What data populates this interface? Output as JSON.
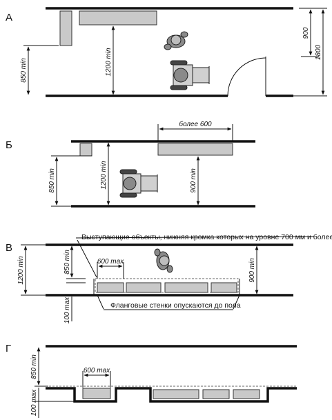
{
  "sections": {
    "a": {
      "letter": "А",
      "dims": {
        "min850": "850 min",
        "min1200": "1200 min",
        "d900": "900",
        "d1800": "1800"
      }
    },
    "b": {
      "letter": "Б",
      "dims": {
        "over600": "более 600",
        "min850": "850 min",
        "min1200": "1200 min",
        "min900": "900 min"
      }
    },
    "v": {
      "letter": "В",
      "dims": {
        "min1200": "1200 min",
        "min850": "850 min",
        "max100": "100 max",
        "max600": "600 max",
        "min900": "900 min"
      },
      "note_top": "Выступающие объекты, нижняя кромка которых на уровне 700 мм и более",
      "note_bottom": "Фланговые стенки опускаются до пола"
    },
    "g": {
      "letter": "Г",
      "dims": {
        "min850": "850 min",
        "max100": "100 max",
        "max600": "600 max"
      }
    }
  },
  "colors": {
    "ink": "#111111",
    "object_fill": "#c9c9c9"
  },
  "icons": [
    "wheelchair-user-icon",
    "pedestrian-icon",
    "door-swing-icon"
  ]
}
